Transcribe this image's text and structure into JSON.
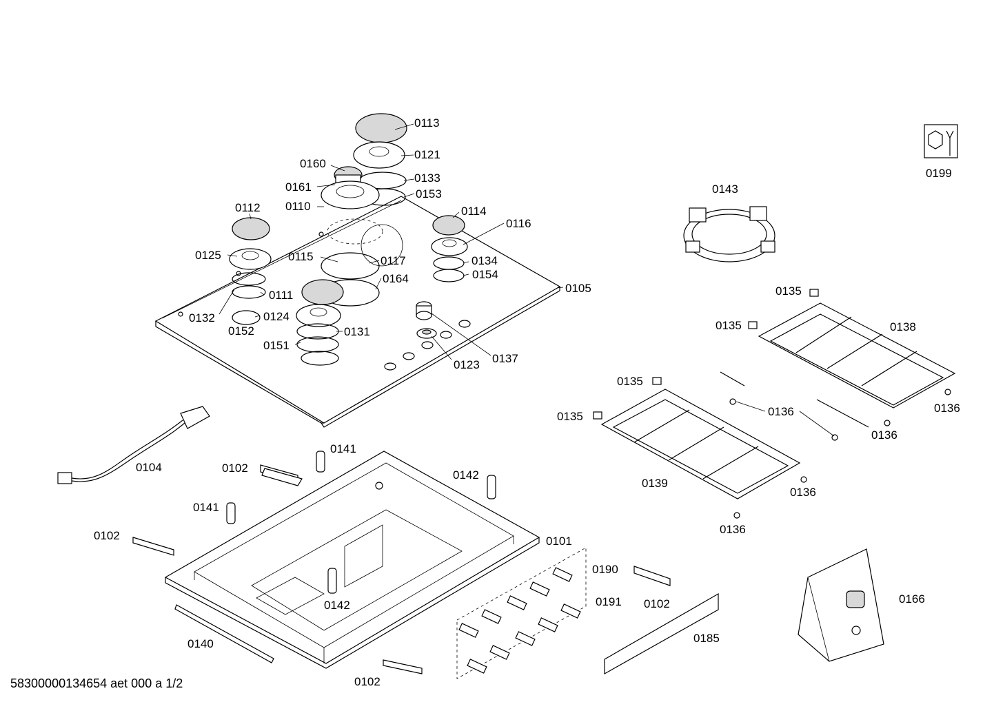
{
  "document": {
    "footer_text": "58300000134654 aet 000 a 1/2"
  },
  "parts": [
    {
      "id": "p0113",
      "number": "0113"
    },
    {
      "id": "p0121",
      "number": "0121"
    },
    {
      "id": "p0160",
      "number": "0160"
    },
    {
      "id": "p0133",
      "number": "0133"
    },
    {
      "id": "p0161",
      "number": "0161"
    },
    {
      "id": "p0153",
      "number": "0153"
    },
    {
      "id": "p0112",
      "number": "0112"
    },
    {
      "id": "p0110",
      "number": "0110"
    },
    {
      "id": "p0114",
      "number": "0114"
    },
    {
      "id": "p0116",
      "number": "0116"
    },
    {
      "id": "p0125",
      "number": "0125"
    },
    {
      "id": "p0115",
      "number": "0115"
    },
    {
      "id": "p0117",
      "number": "0117"
    },
    {
      "id": "p0134",
      "number": "0134"
    },
    {
      "id": "p0154",
      "number": "0154"
    },
    {
      "id": "p0164",
      "number": "0164"
    },
    {
      "id": "p0105",
      "number": "0105"
    },
    {
      "id": "p0111",
      "number": "0111"
    },
    {
      "id": "p0132",
      "number": "0132"
    },
    {
      "id": "p0124",
      "number": "0124"
    },
    {
      "id": "p0152",
      "number": "0152"
    },
    {
      "id": "p0131",
      "number": "0131"
    },
    {
      "id": "p0151",
      "number": "0151"
    },
    {
      "id": "p0123",
      "number": "0123"
    },
    {
      "id": "p0137",
      "number": "0137"
    },
    {
      "id": "p0199",
      "number": "0199"
    },
    {
      "id": "p0143",
      "number": "0143"
    },
    {
      "id": "p0135a",
      "number": "0135"
    },
    {
      "id": "p0135b",
      "number": "0135"
    },
    {
      "id": "p0138",
      "number": "0138"
    },
    {
      "id": "p0135c",
      "number": "0135"
    },
    {
      "id": "p0135d",
      "number": "0135"
    },
    {
      "id": "p0136a",
      "number": "0136"
    },
    {
      "id": "p0136b",
      "number": "0136"
    },
    {
      "id": "p0136c",
      "number": "0136"
    },
    {
      "id": "p0139",
      "number": "0139"
    },
    {
      "id": "p0136d",
      "number": "0136"
    },
    {
      "id": "p0136e",
      "number": "0136"
    },
    {
      "id": "p0104",
      "number": "0104"
    },
    {
      "id": "p0141a",
      "number": "0141"
    },
    {
      "id": "p0102a",
      "number": "0102"
    },
    {
      "id": "p0142a",
      "number": "0142"
    },
    {
      "id": "p0141b",
      "number": "0141"
    },
    {
      "id": "p0102b",
      "number": "0102"
    },
    {
      "id": "p0101",
      "number": "0101"
    },
    {
      "id": "p0190",
      "number": "0190"
    },
    {
      "id": "p0191",
      "number": "0191"
    },
    {
      "id": "p0102c",
      "number": "0102"
    },
    {
      "id": "p0142b",
      "number": "0142"
    },
    {
      "id": "p0166",
      "number": "0166"
    },
    {
      "id": "p0185",
      "number": "0185"
    },
    {
      "id": "p0140",
      "number": "0140"
    },
    {
      "id": "p0102d",
      "number": "0102"
    }
  ]
}
